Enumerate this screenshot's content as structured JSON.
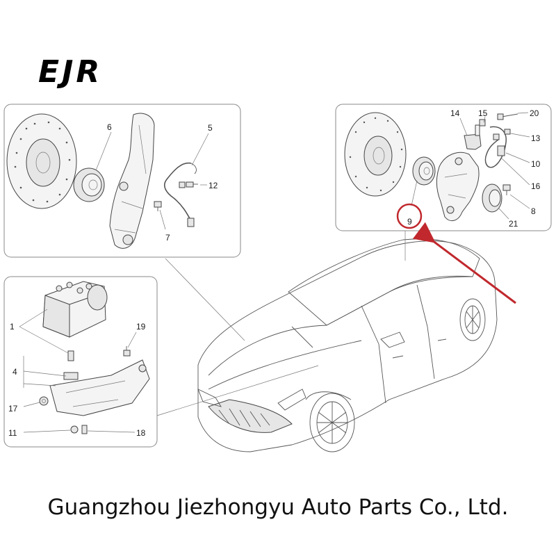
{
  "logo": {
    "text": "EJR"
  },
  "company_name": "Guangzhou Jiezhongyu Auto Parts Co., Ltd.",
  "panels": {
    "front_wheel": {
      "labels": [
        "5",
        "6",
        "7",
        "12"
      ]
    },
    "rear_wheel": {
      "labels": [
        "8",
        "9",
        "10",
        "13",
        "14",
        "15",
        "16",
        "20",
        "21"
      ],
      "highlighted": "9"
    },
    "abs_unit": {
      "labels": [
        "1",
        "4",
        "11",
        "17",
        "18",
        "19"
      ]
    }
  },
  "colors": {
    "highlight": "#c0282d",
    "outline": "#8a8a8a",
    "text": "#111111"
  }
}
